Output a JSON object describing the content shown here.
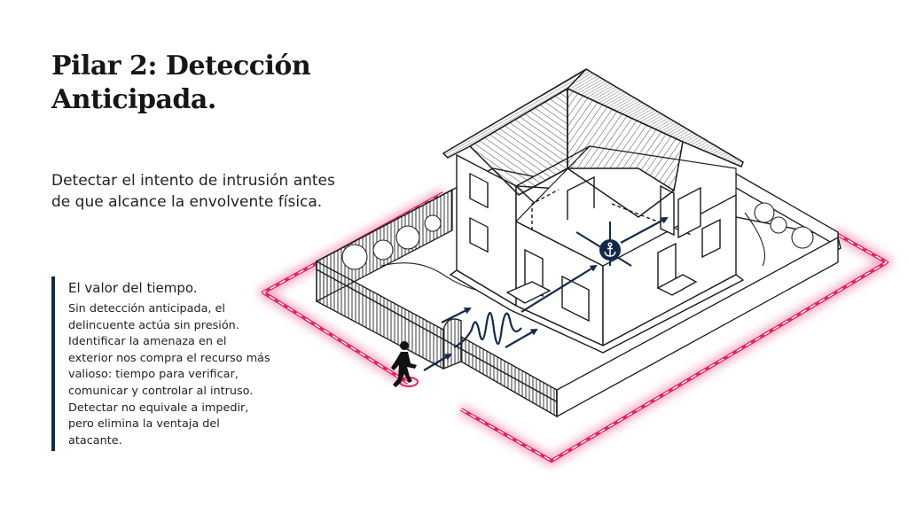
{
  "slide": {
    "title_line1": "Pilar 2: Detección",
    "title_line2": "Anticipada.",
    "subtitle": "Detectar el intento de intrusión antes de que alcance la envolvente física.",
    "callout": {
      "title": "El valor del tiempo.",
      "paragraph1": "Sin detección anticipada, el delincuente actúa sin presión. Identificar la amenaza en el exterior nos compra el recurso más valioso: tiempo para verificar, comunicar y controlar al intruso.",
      "paragraph2": "Detectar no equivale a impedir, pero elimina la ventaja del atacante."
    }
  },
  "illustration": {
    "subject": "isometric-house-with-perimeter",
    "elements": [
      "house",
      "hip-roof",
      "fence",
      "garden",
      "perimeter-detection-line",
      "intruder",
      "signal-wave",
      "detection-arrows",
      "central-anchor-node"
    ],
    "colors": {
      "accent_navy": "#13294b",
      "perimeter_pink": "#e8215a",
      "perimeter_glow": "#f7a6bf",
      "line_art": "#1a1a1a"
    }
  }
}
